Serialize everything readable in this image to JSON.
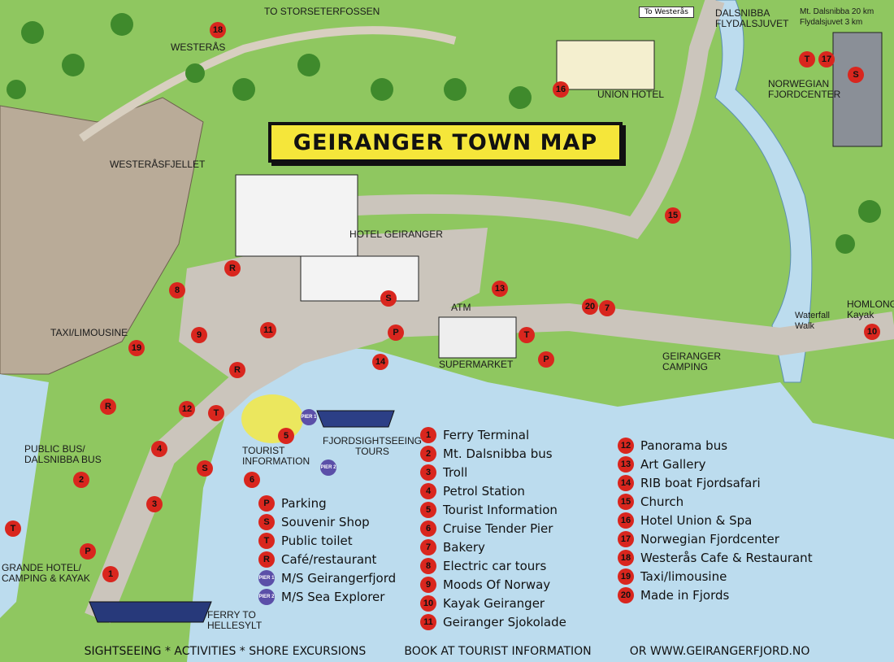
{
  "title": "GEIRANGER TOWN MAP",
  "colors": {
    "land": "#8fc760",
    "water": "#bcdcee",
    "road": "#cbc5bc",
    "cliff": "#b9ab98",
    "marker": "#d9261e",
    "pier": "#5b4fa8",
    "banner": "#f5e63a"
  },
  "labels": {
    "storseterfossen": "TO STORSETERFOSSEN",
    "westeras": "WESTERÅS",
    "westerasfjellet": "WESTERÅSFJELLET",
    "union_hotel": "UNION HOTEL",
    "to_westeras": "To Westerås",
    "dalsnibba": "DALSNIBBA\nFLYDALSJUVET",
    "distances": "Mt. Dalsnibba 20 km\nFlydalsjuvet 3 km",
    "fjordcenter": "NORWEGIAN\nFJORDCENTER",
    "hotel_geiranger": "HOTEL GEIRANGER",
    "atm": "ATM",
    "supermarket": "SUPERMARKET",
    "camping": "GEIRANGER\nCAMPING",
    "homlong": "HOMLONG\nKayak",
    "waterfall": "Waterfall\nWalk",
    "taxi": "TAXI/LIMOUSINE",
    "bus": "PUBLIC BUS/\nDALSNIBBA BUS",
    "tourist_info": "TOURIST\nINFORMATION",
    "fjordsightseeing": "FJORDSIGHTSEEING\nTOURS",
    "grande": "GRANDE HOTEL/\nCAMPING & KAYAK",
    "ferry": "FERRY TO\nHELLESYLT"
  },
  "markers": [
    "18",
    "16",
    "T",
    "17",
    "S",
    "15",
    "13",
    "20",
    "7",
    "10",
    "8",
    "R",
    "9",
    "11",
    "19",
    "R",
    "R",
    "12",
    "T",
    "5",
    "4",
    "S",
    "6",
    "2",
    "3",
    "T",
    "P",
    "1",
    "S",
    "P",
    "T",
    "P",
    "14",
    "PIER 1",
    "PIER 2"
  ],
  "legend_symbols": [
    {
      "symbol": "P",
      "label": "Parking"
    },
    {
      "symbol": "S",
      "label": "Souvenir Shop"
    },
    {
      "symbol": "T",
      "label": "Public toilet"
    },
    {
      "symbol": "R",
      "label": "Café/restaurant"
    },
    {
      "symbol": "PIER 1",
      "label": "M/S Geirangerfjord"
    },
    {
      "symbol": "PIER 2",
      "label": "M/S Sea Explorer"
    }
  ],
  "legend_numbers": [
    {
      "n": "1",
      "label": "Ferry Terminal"
    },
    {
      "n": "2",
      "label": "Mt. Dalsnibba bus"
    },
    {
      "n": "3",
      "label": "Troll"
    },
    {
      "n": "4",
      "label": "Petrol Station"
    },
    {
      "n": "5",
      "label": "Tourist Information"
    },
    {
      "n": "6",
      "label": "Cruise Tender Pier"
    },
    {
      "n": "7",
      "label": "Bakery"
    },
    {
      "n": "8",
      "label": "Electric car tours"
    },
    {
      "n": "9",
      "label": "Moods Of Norway"
    },
    {
      "n": "10",
      "label": "Kayak Geiranger"
    },
    {
      "n": "11",
      "label": "Geiranger Sjokolade"
    },
    {
      "n": "12",
      "label": "Panorama bus"
    },
    {
      "n": "13",
      "label": "Art Gallery"
    },
    {
      "n": "14",
      "label": "RIB boat Fjordsafari"
    },
    {
      "n": "15",
      "label": "Church"
    },
    {
      "n": "16",
      "label": "Hotel Union & Spa"
    },
    {
      "n": "17",
      "label": "Norwegian Fjordcenter"
    },
    {
      "n": "18",
      "label": "Westerås Cafe & Restaurant"
    },
    {
      "n": "19",
      "label": "Taxi/limousine"
    },
    {
      "n": "20",
      "label": "Made in Fjords"
    }
  ],
  "footer": [
    "SIGHTSEEING  * ACTIVITIES  *  SHORE EXCURSIONS",
    "BOOK AT TOURIST INFORMATION",
    "OR WWW.GEIRANGERFJORD.NO"
  ]
}
